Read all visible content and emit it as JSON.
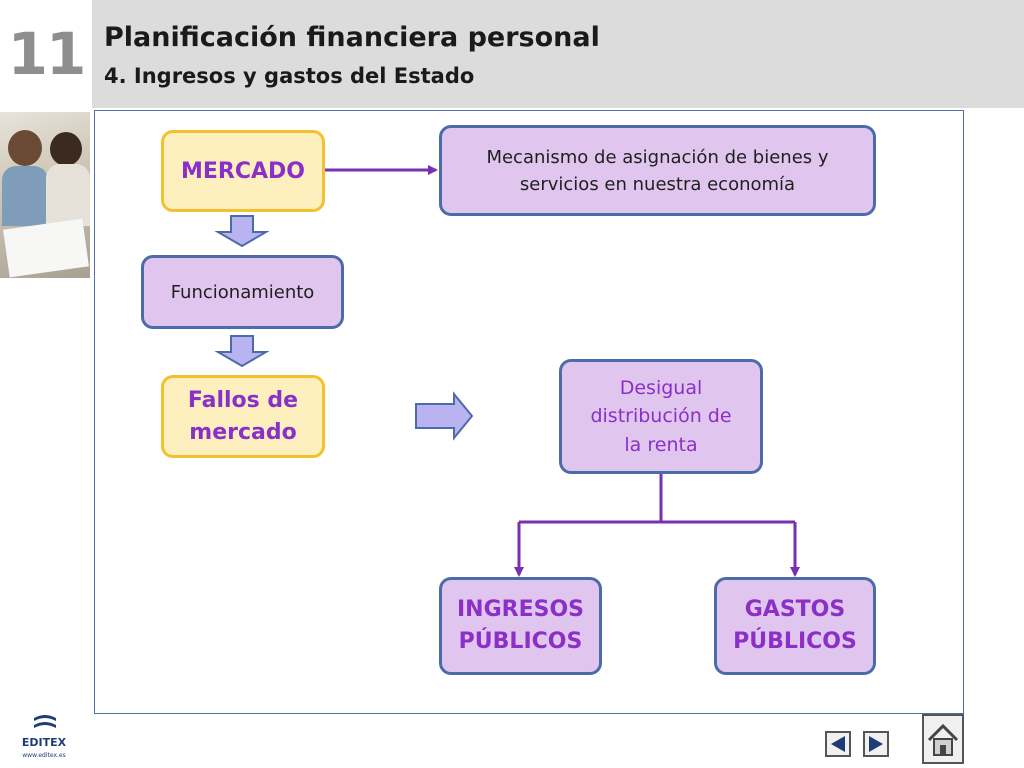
{
  "header": {
    "chapter_number": "11",
    "title": "Planificación financiera personal",
    "subtitle": "4. Ingresos y gastos del Estado"
  },
  "diagram": {
    "mercado": "MERCADO",
    "mercado_def": "Mecanismo de asignación de bienes y servicios en nuestra economía",
    "funcionamiento": "Funcionamiento",
    "fallos": "Fallos de mercado",
    "desigual": "Desigual distribución de la renta",
    "ingresos": "INGRESOS PÚBLICOS",
    "gastos": "GASTOS PÚBLICOS"
  },
  "footer": {
    "logo_text": "EDITEX",
    "logo_url": "www.editex.es"
  },
  "colors": {
    "accent_purple": "#8b2fc9",
    "box_fill_purple": "#e0c6ee",
    "box_fill_yellow": "#fdf0be",
    "box_border_yellow": "#f2c12e",
    "box_border_blue": "#4b6ca8",
    "block_arrow_fill": "#b9b3f2"
  },
  "icons": {
    "photo": "couple-reviewing-finances-photo",
    "prev": "triangle-left-icon",
    "next": "triangle-right-icon",
    "home": "home-icon"
  }
}
